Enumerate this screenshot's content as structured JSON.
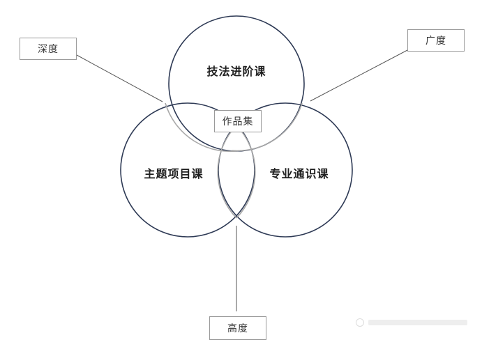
{
  "circles": {
    "top": "技法进阶课",
    "left": "主题项目课",
    "right": "专业通识课"
  },
  "center_label": "作品集",
  "dimensions": {
    "depth": "深度",
    "breadth": "广度",
    "height": "高度"
  }
}
